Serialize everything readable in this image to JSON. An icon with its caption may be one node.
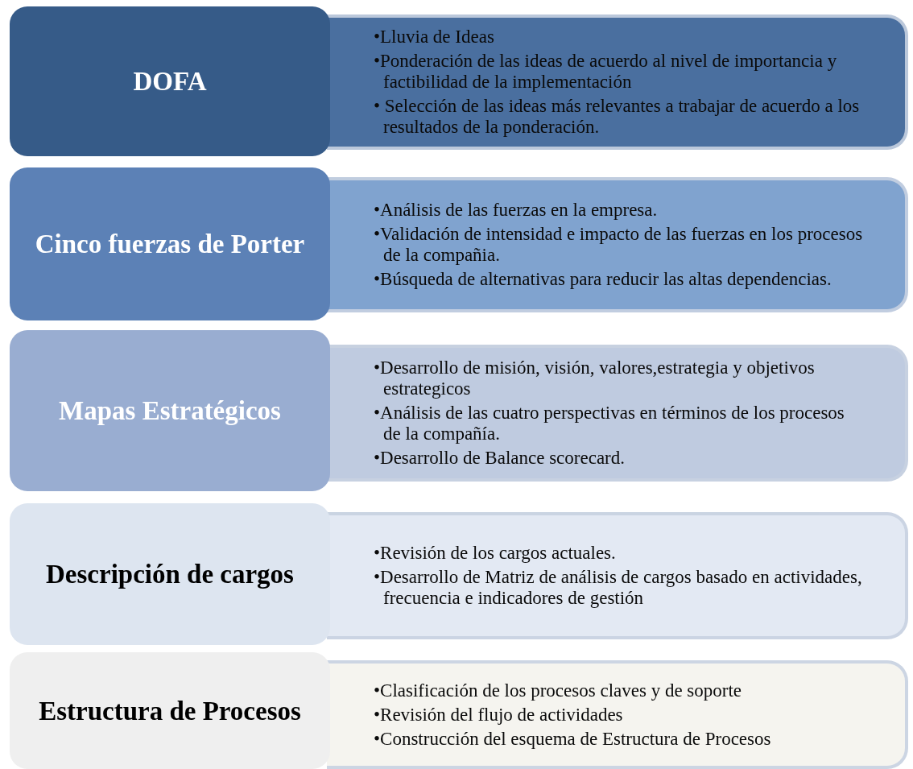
{
  "diagram": {
    "nodes": [
      {
        "text": [
          "DOFA"
        ]
      },
      {
        "text": [
          "•Lluvia de Ideas",
          "•Ponderación de las ideas de acuerdo al nivel de importancia y factibilidad de la implementación",
          "• Selección de las ideas más relevantes a trabajar de acuerdo a los resultados de la ponderación."
        ]
      },
      {
        "text": [
          "Cinco fuerzas de Porter"
        ]
      },
      {
        "text": [
          "•Análisis de las fuerzas en la empresa.",
          "•Validación de intensidad e impacto de las fuerzas en los procesos de la compañia.",
          "•Búsqueda de alternativas para reducir las altas dependencias."
        ]
      },
      {
        "text": [
          "Mapas Estratégicos"
        ]
      },
      {
        "text": [
          "•Desarrollo de misión, visión, valores,estrategia y objetivos estrategicos",
          "•Análisis de las cuatro perspectivas en términos de los procesos de la compañía.",
          "•Desarrollo de Balance scorecard."
        ]
      },
      {
        "text": [
          "Descripción de cargos"
        ]
      },
      {
        "text": [
          "•Revisión de los cargos actuales.",
          "•Desarrollo de Matriz de análisis de cargos basado en actividades, frecuencia e indicadores de gestión"
        ]
      },
      {
        "text": [
          "Estructura de Procesos"
        ]
      },
      {
        "text": [
          "•Clasificación de los procesos claves y de soporte",
          "•Revisión del flujo de actividades",
          "•Construcción del esquema de Estructura de Procesos"
        ]
      }
    ]
  }
}
